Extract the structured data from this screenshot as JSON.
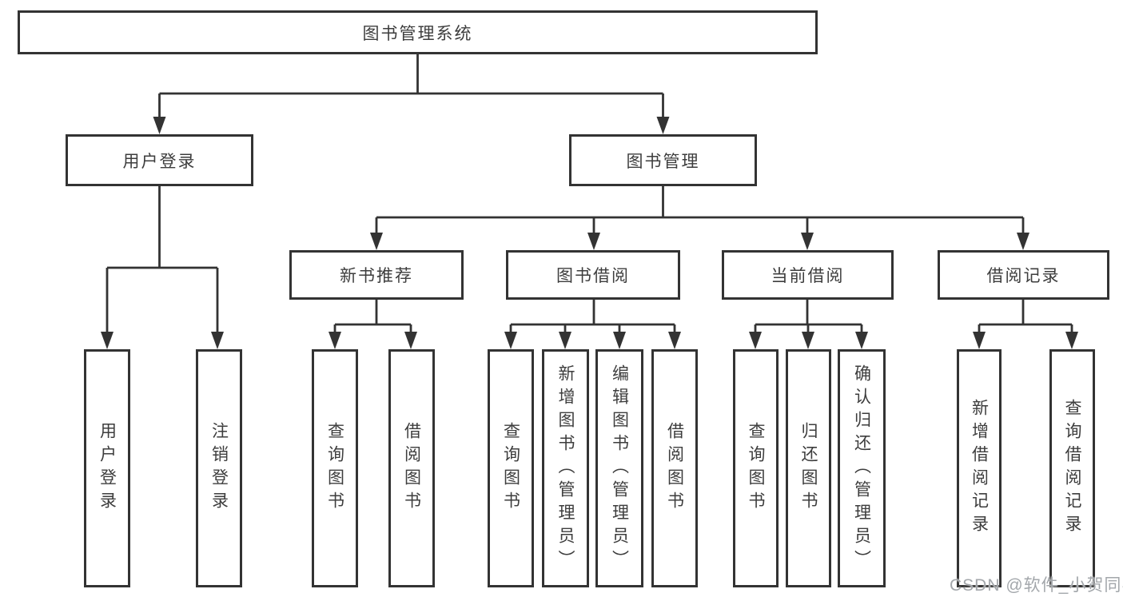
{
  "diagram": {
    "root": {
      "label": "图书管理系统"
    },
    "level2": [
      {
        "label": "用户登录"
      },
      {
        "label": "图书管理"
      }
    ],
    "level3": [
      {
        "label": "新书推荐"
      },
      {
        "label": "图书借阅"
      },
      {
        "label": "当前借阅"
      },
      {
        "label": "借阅记录"
      }
    ],
    "leaves": {
      "user_login": [
        {
          "label": "用户登录"
        },
        {
          "label": "注销登录"
        }
      ],
      "new_book": [
        {
          "label": "查询图书"
        },
        {
          "label": "借阅图书"
        }
      ],
      "book_borrowing": [
        {
          "label": "查询图书"
        },
        {
          "label": "新增图书（管理员）"
        },
        {
          "label": "编辑图书（管理员）"
        },
        {
          "label": "借阅图书"
        }
      ],
      "current_borrowing": [
        {
          "label": "查询图书"
        },
        {
          "label": "归还图书"
        },
        {
          "label": "确认归还（管理员）"
        }
      ],
      "borrowing_records": [
        {
          "label": "新增借阅记录"
        },
        {
          "label": "查询借阅记录"
        }
      ]
    },
    "watermark": "CSDN @软件_小贺同学",
    "colors": {
      "line": "#333333",
      "box_border": "#333333",
      "text": "#3d3d3d",
      "watermark": "#a3a7ab",
      "background": "#ffffff"
    }
  }
}
